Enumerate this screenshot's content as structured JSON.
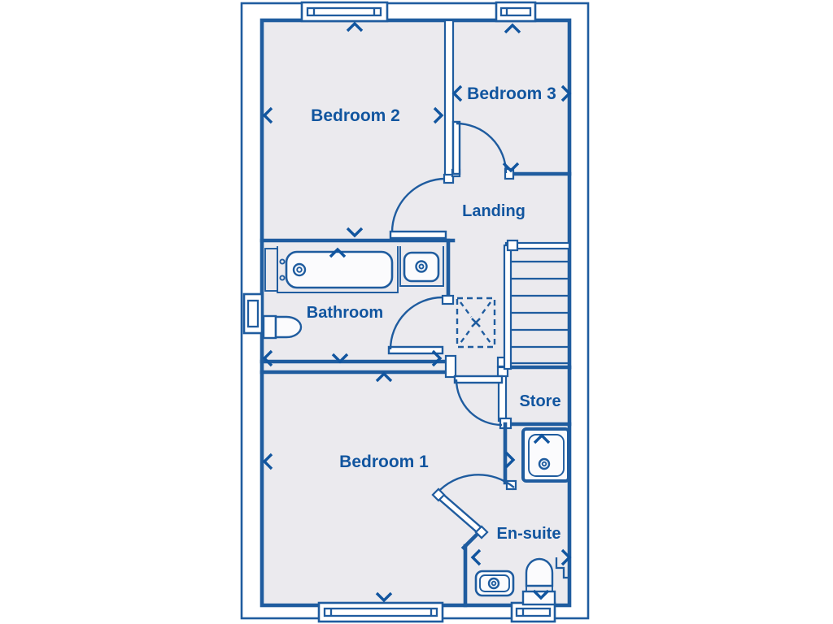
{
  "plan": {
    "rooms": {
      "bedroom2": {
        "label": "Bedroom 2"
      },
      "bedroom3": {
        "label": "Bedroom 3"
      },
      "landing": {
        "label": "Landing"
      },
      "bathroom": {
        "label": "Bathroom"
      },
      "store": {
        "label": "Store"
      },
      "bedroom1": {
        "label": "Bedroom 1"
      },
      "ensuite": {
        "label": "En-suite"
      }
    },
    "fixtures": [
      "staircase",
      "loft-hatch",
      "bathtub",
      "bathroom-sink",
      "bathroom-toilet",
      "shower-tray",
      "ensuite-sink",
      "ensuite-toilet",
      "window"
    ],
    "colors": {
      "wall_line": "#1f5c9f",
      "room_fill": "#ebeaee",
      "label_text": "#11559f",
      "background": "#ffffff"
    }
  }
}
